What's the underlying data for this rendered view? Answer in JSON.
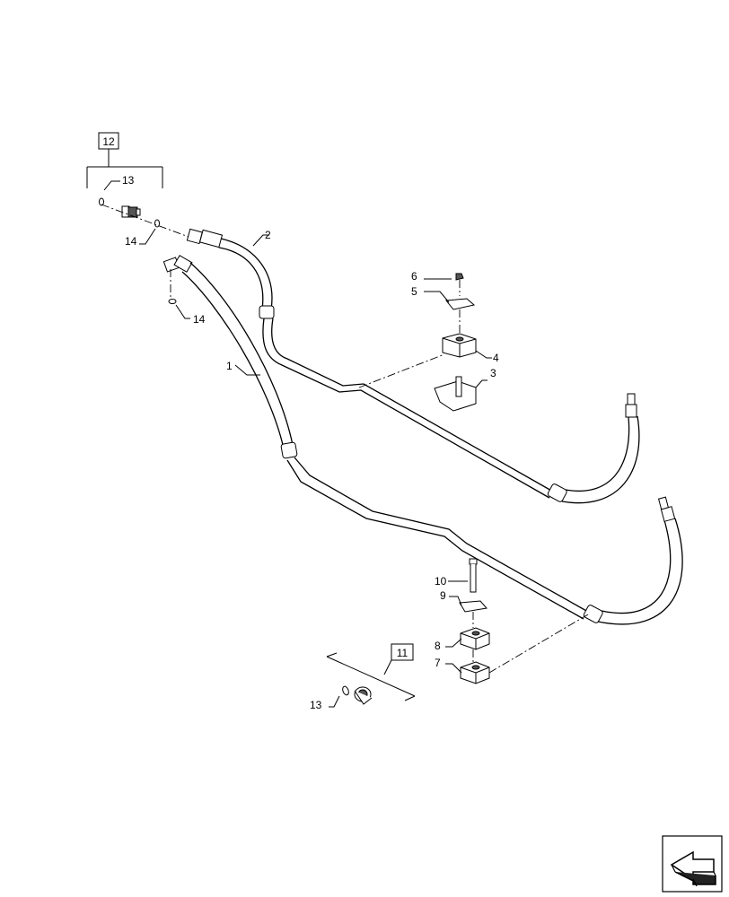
{
  "callouts": {
    "c1": "1",
    "c2": "2",
    "c3": "3",
    "c4": "4",
    "c5": "5",
    "c6": "6",
    "c7": "7",
    "c8": "8",
    "c9": "9",
    "c10": "10",
    "c11": "11",
    "c12": "12",
    "c13a": "13",
    "c13b": "13",
    "c14a": "14",
    "c14b": "14"
  },
  "icons": {
    "nav": "next-page-arrow-icon"
  }
}
